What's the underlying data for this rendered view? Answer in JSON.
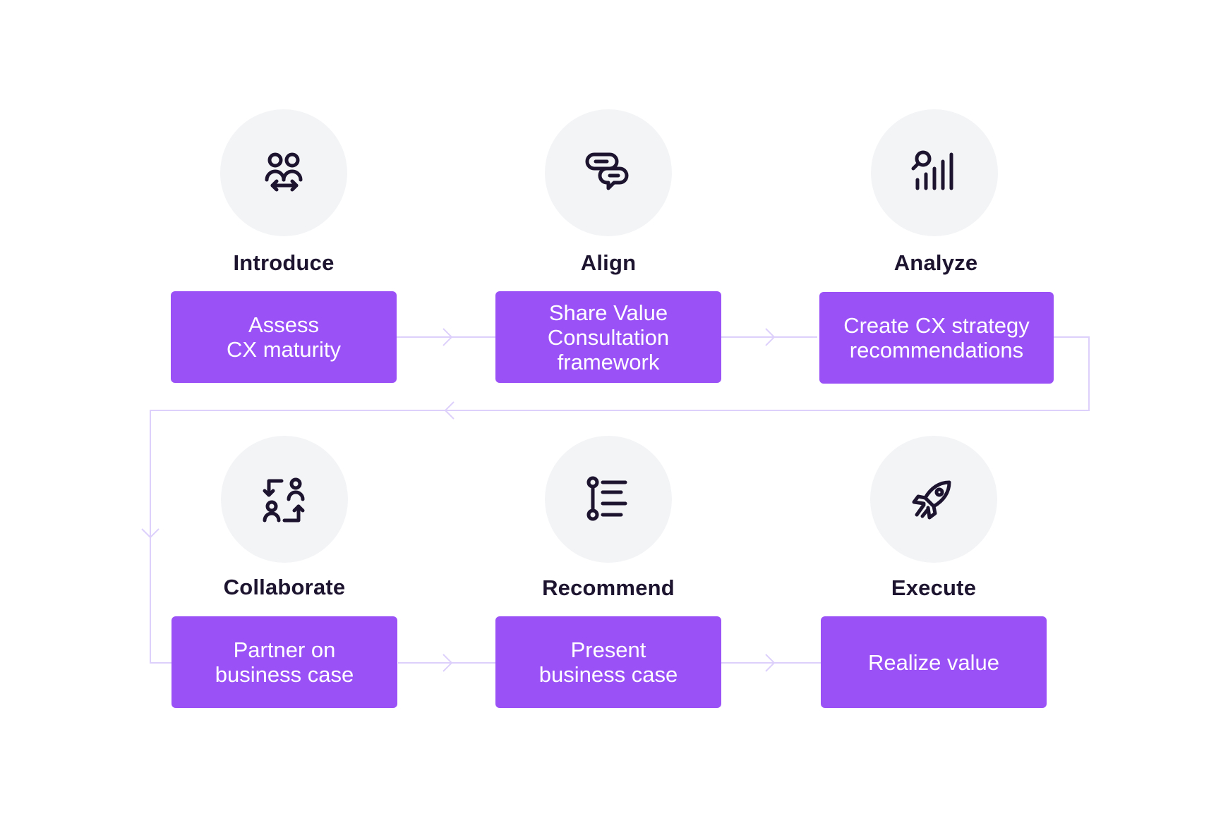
{
  "colors": {
    "box": "#9a52f7",
    "box_text": "#ffffff",
    "title": "#1d1530",
    "icon": "#1d1530",
    "circle": "#f3f4f6",
    "connector": "#ddd0fb"
  },
  "steps": [
    {
      "title": "Introduce",
      "text": "Assess\nCX maturity",
      "icon": "people-exchange-icon"
    },
    {
      "title": "Align",
      "text": "Share Value\nConsultation\nframework",
      "icon": "chat-bubbles-icon"
    },
    {
      "title": "Analyze",
      "text": "Create CX strategy\nrecommendations",
      "icon": "search-chart-icon"
    },
    {
      "title": "Collaborate",
      "text": "Partner on\nbusiness case",
      "icon": "people-swap-icon"
    },
    {
      "title": "Recommend",
      "text": "Present\nbusiness case",
      "icon": "list-steps-icon"
    },
    {
      "title": "Execute",
      "text": "Realize value",
      "icon": "rocket-icon"
    }
  ]
}
